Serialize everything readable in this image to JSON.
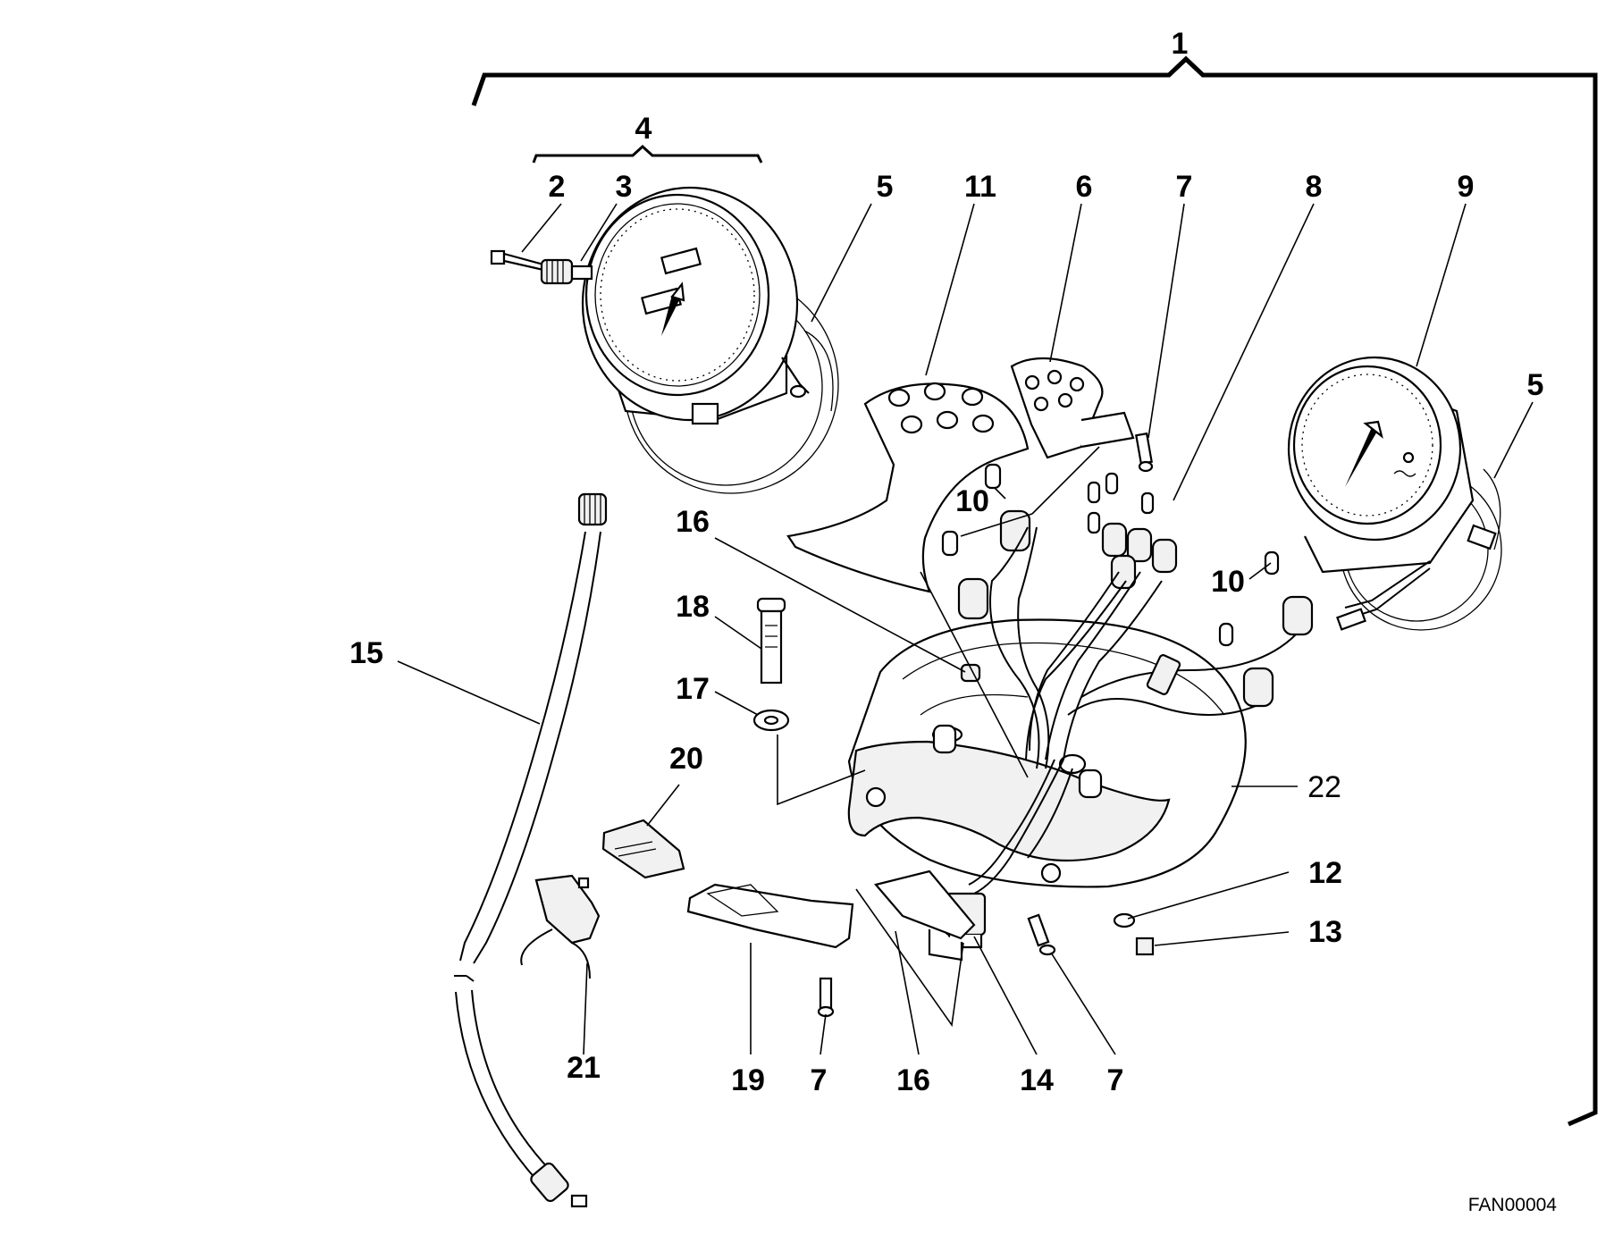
{
  "drawing_code": "FAN00004",
  "callouts": {
    "c1": "1",
    "c2": "2",
    "c3": "3",
    "c4": "4",
    "c5a": "5",
    "c5b": "5",
    "c6": "6",
    "c7a": "7",
    "c7b": "7",
    "c7c": "7",
    "c8": "8",
    "c9": "9",
    "c10a": "10",
    "c10b": "10",
    "c11": "11",
    "c12": "12",
    "c13": "13",
    "c14": "14",
    "c15": "15",
    "c16a": "16",
    "c16b": "16",
    "c17": "17",
    "c18": "18",
    "c19": "19",
    "c20": "20",
    "c21": "21",
    "c22": "22"
  }
}
